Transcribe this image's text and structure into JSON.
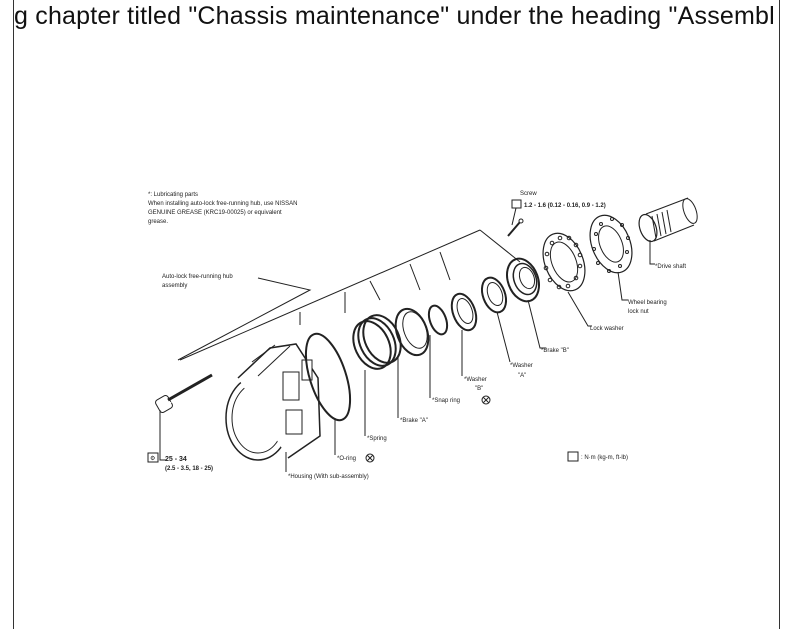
{
  "header_text": "g chapter titled \"Chassis maintenance\" under the heading \"Assembl",
  "diagram": {
    "note": {
      "line1": "*: Lubricating parts",
      "line2": "When installing auto-lock free-running hub, use NISSAN",
      "line3": "GENUINE GREASE (KRC19-00025) or equivalent",
      "line4": "grease."
    },
    "labels": {
      "hub_assembly_1": "Auto-lock free-running hub",
      "hub_assembly_2": "assembly",
      "screw": "Screw",
      "screw_torque": "1.2 - 1.6 (0.12 - 0.16, 0.9 - 1.2)",
      "drive_shaft": "*Drive shaft",
      "wheel_bearing_1": "Wheel bearing",
      "wheel_bearing_2": "lock nut",
      "lock_washer": "Lock washer",
      "brake_b": "*Brake \"B\"",
      "washer_a_1": "*Washer",
      "washer_a_2": "\"A\"",
      "washer_b_1": "*Washer",
      "washer_b_2": "\"B\"",
      "snap_ring": "*Snap ring",
      "brake_a": "*Brake \"A\"",
      "spring": "*Spring",
      "o_ring": "*O-ring",
      "housing": "*Housing (With sub-assembly)",
      "bolt_torque_1": "25 - 34",
      "bolt_torque_2": "(2.5 - 3.5, 18 - 25)",
      "unit_legend": ": N·m (kg-m, ft-lb)"
    }
  },
  "colors": {
    "line": "#222222",
    "background": "#ffffff"
  }
}
